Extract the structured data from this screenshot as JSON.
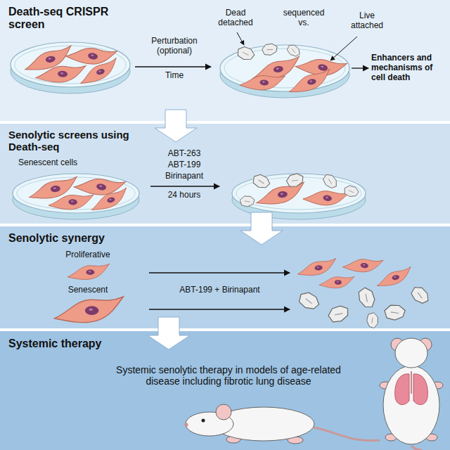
{
  "diagram": {
    "nodes": [
      {
        "text": [
          "Death-seq CRISPR screen",
          "Perturbation (optional)",
          "Time",
          "Dead detached",
          "sequenced vs.",
          "Live attached",
          "Enhancers and mechanisms of cell death"
        ]
      },
      {
        "text": [
          "Senolytic screens using Death-seq",
          "Senescent cells",
          "ABT-263",
          "ABT-199",
          "Birinapant",
          "24 hours"
        ]
      },
      {
        "text": [
          "Senolytic synergy",
          "Proliferative",
          "Senescent",
          "ABT-199 + Birinapant"
        ]
      },
      {
        "text": [
          "Systemic therapy",
          "Systemic senolytic therapy in models of age-related disease including fibrotic lung disease"
        ]
      }
    ],
    "edges": [
      {
        "from": 0,
        "to": 1,
        "arrow": "to"
      },
      {
        "from": 1,
        "to": 2,
        "arrow": "to"
      },
      {
        "from": 2,
        "to": 3,
        "arrow": "to"
      }
    ]
  }
}
